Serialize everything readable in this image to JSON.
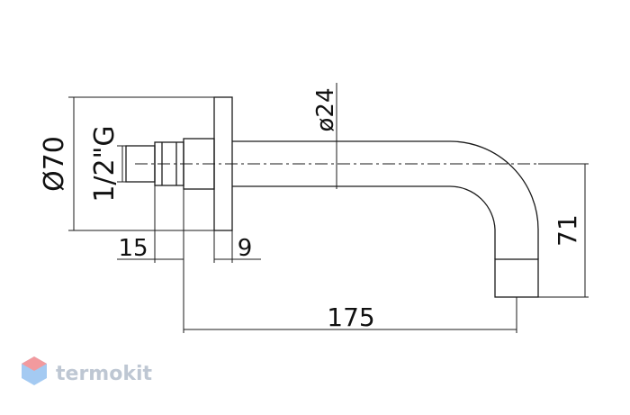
{
  "dimensions": {
    "flange_diameter": "Ø70",
    "thread_size": "1/2\"G",
    "pipe_diameter": "ø24",
    "thread_length": "15",
    "flange_thickness": "9",
    "total_length": "175",
    "drop_height": "71"
  },
  "watermark": {
    "text": "termokit"
  },
  "colors": {
    "line": "#1a1a1a",
    "logo_text": "#8a9bb0",
    "logo_accent": "#e8494f",
    "logo_blue": "#5aa0e8"
  }
}
